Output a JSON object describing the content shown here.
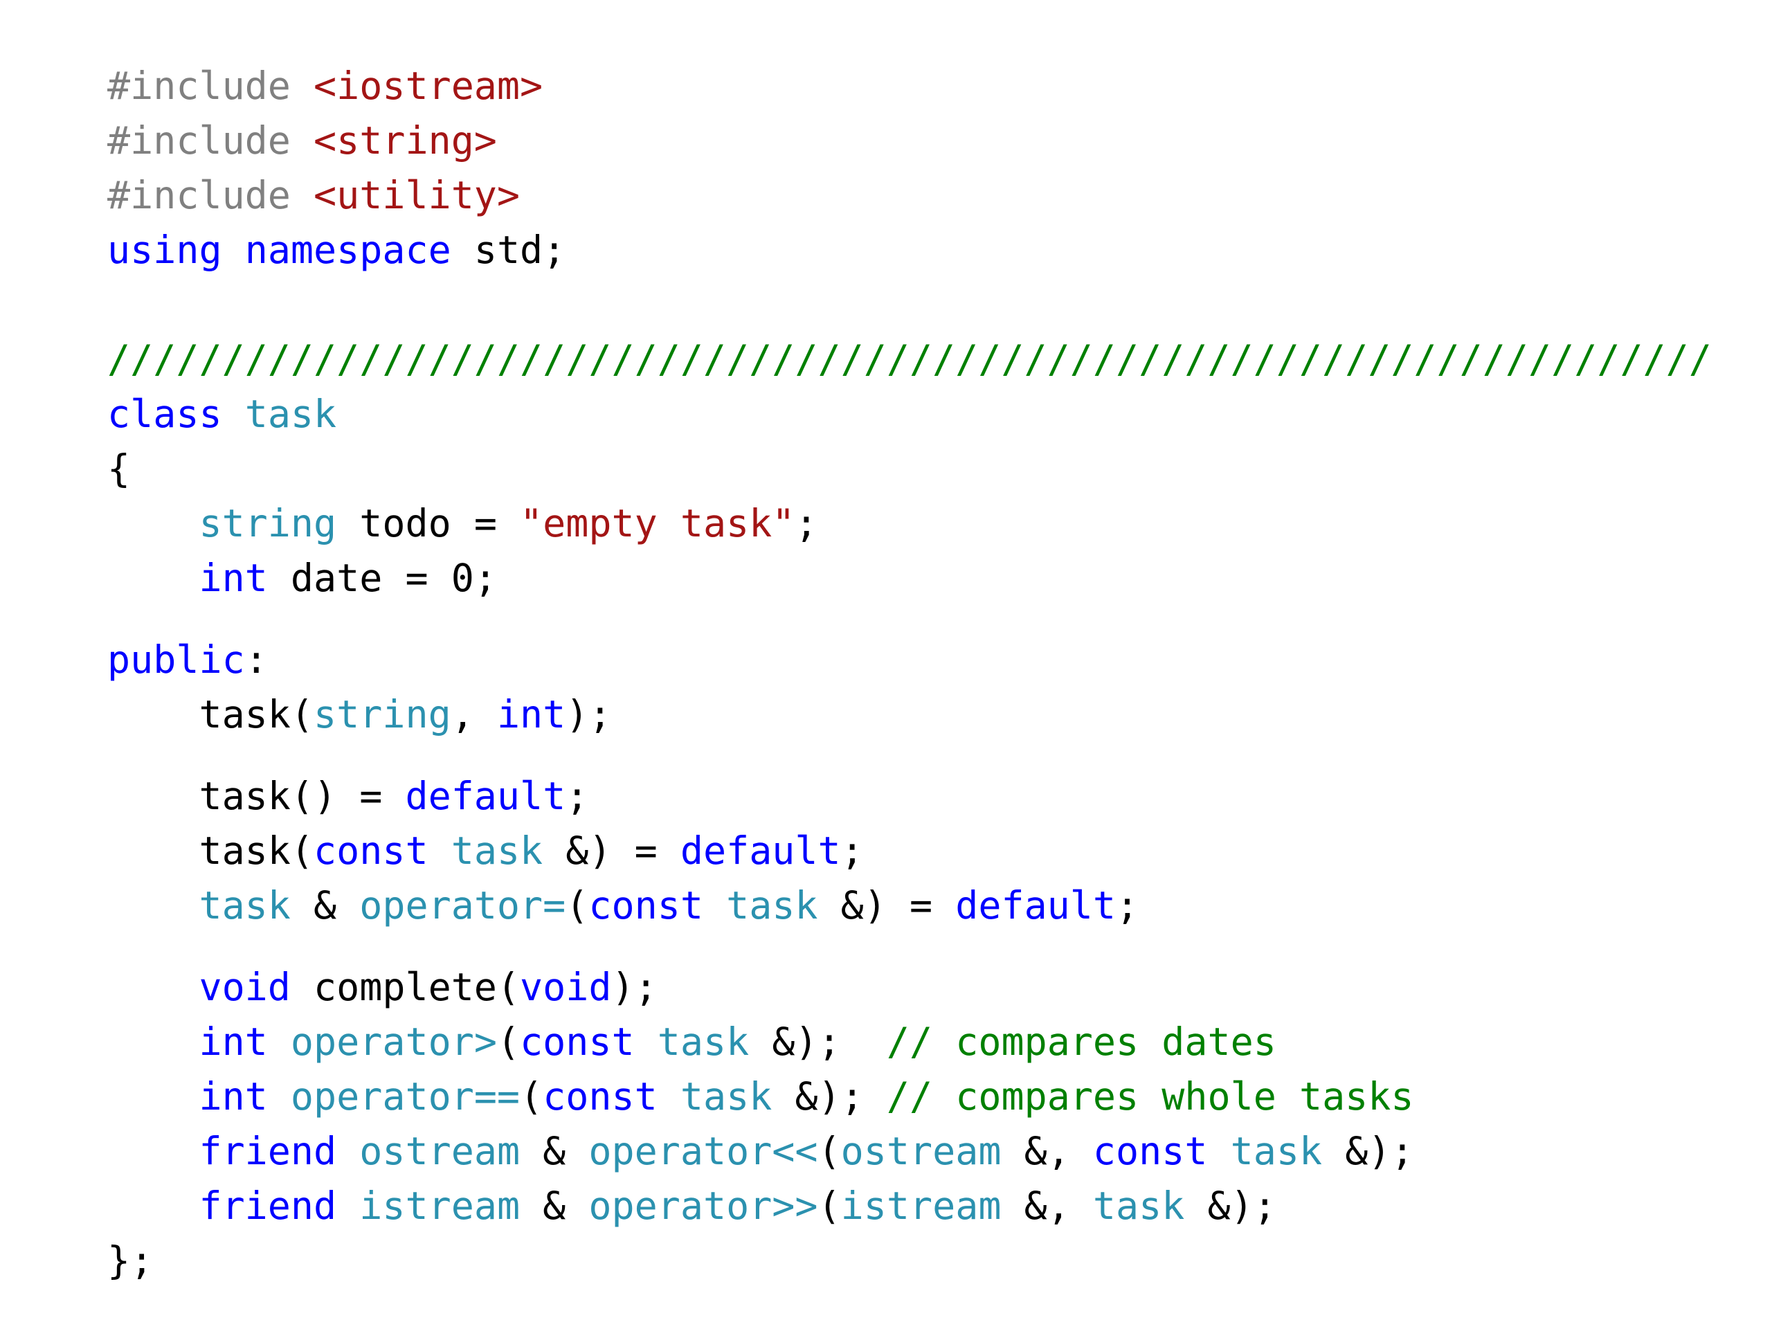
{
  "colors": {
    "keyword": "#0000ff",
    "type": "#2b91af",
    "string": "#a31515",
    "preprocessor": "#808080",
    "comment": "#008000",
    "plain": "#000000"
  },
  "code_lines": [
    {
      "kind": "line",
      "tokens": [
        [
          "#include ",
          "preprocessor"
        ],
        [
          "<iostream>",
          "string"
        ]
      ]
    },
    {
      "kind": "line",
      "tokens": [
        [
          "#include ",
          "preprocessor"
        ],
        [
          "<string>",
          "string"
        ]
      ]
    },
    {
      "kind": "line",
      "tokens": [
        [
          "#include ",
          "preprocessor"
        ],
        [
          "<utility>",
          "string"
        ]
      ]
    },
    {
      "kind": "line",
      "tokens": [
        [
          "using",
          "keyword"
        ],
        [
          " ",
          "plain"
        ],
        [
          "namespace",
          "keyword"
        ],
        [
          " std;",
          "plain"
        ]
      ]
    },
    {
      "kind": "blank"
    },
    {
      "kind": "line",
      "tokens": [
        [
          "//////////////////////////////////////////////////////////////////////",
          "comment"
        ]
      ]
    },
    {
      "kind": "line",
      "tokens": [
        [
          "class",
          "keyword"
        ],
        [
          " ",
          "plain"
        ],
        [
          "task",
          "type"
        ]
      ]
    },
    {
      "kind": "line",
      "tokens": [
        [
          "{",
          "plain"
        ]
      ]
    },
    {
      "kind": "line",
      "tokens": [
        [
          "    ",
          "plain"
        ],
        [
          "string",
          "type"
        ],
        [
          " todo = ",
          "plain"
        ],
        [
          "\"empty task\"",
          "string"
        ],
        [
          ";",
          "plain"
        ]
      ]
    },
    {
      "kind": "line",
      "tokens": [
        [
          "    ",
          "plain"
        ],
        [
          "int",
          "keyword"
        ],
        [
          " date = 0;",
          "plain"
        ]
      ]
    },
    {
      "kind": "gap"
    },
    {
      "kind": "line",
      "tokens": [
        [
          "public",
          "keyword"
        ],
        [
          ":",
          "plain"
        ]
      ]
    },
    {
      "kind": "line",
      "tokens": [
        [
          "    task(",
          "plain"
        ],
        [
          "string",
          "type"
        ],
        [
          ", ",
          "plain"
        ],
        [
          "int",
          "keyword"
        ],
        [
          ");",
          "plain"
        ]
      ]
    },
    {
      "kind": "gap"
    },
    {
      "kind": "line",
      "tokens": [
        [
          "    task() = ",
          "plain"
        ],
        [
          "default",
          "keyword"
        ],
        [
          ";",
          "plain"
        ]
      ]
    },
    {
      "kind": "line",
      "tokens": [
        [
          "    task(",
          "plain"
        ],
        [
          "const",
          "keyword"
        ],
        [
          " ",
          "plain"
        ],
        [
          "task",
          "type"
        ],
        [
          " &) = ",
          "plain"
        ],
        [
          "default",
          "keyword"
        ],
        [
          ";",
          "plain"
        ]
      ]
    },
    {
      "kind": "line",
      "tokens": [
        [
          "    ",
          "plain"
        ],
        [
          "task",
          "type"
        ],
        [
          " & ",
          "plain"
        ],
        [
          "operator=",
          "type"
        ],
        [
          "(",
          "plain"
        ],
        [
          "const",
          "keyword"
        ],
        [
          " ",
          "plain"
        ],
        [
          "task",
          "type"
        ],
        [
          " &) = ",
          "plain"
        ],
        [
          "default",
          "keyword"
        ],
        [
          ";",
          "plain"
        ]
      ]
    },
    {
      "kind": "gap"
    },
    {
      "kind": "line",
      "tokens": [
        [
          "    ",
          "plain"
        ],
        [
          "void",
          "keyword"
        ],
        [
          " complete(",
          "plain"
        ],
        [
          "void",
          "keyword"
        ],
        [
          ");",
          "plain"
        ]
      ]
    },
    {
      "kind": "line",
      "tokens": [
        [
          "    ",
          "plain"
        ],
        [
          "int",
          "keyword"
        ],
        [
          " ",
          "plain"
        ],
        [
          "operator>",
          "type"
        ],
        [
          "(",
          "plain"
        ],
        [
          "const",
          "keyword"
        ],
        [
          " ",
          "plain"
        ],
        [
          "task",
          "type"
        ],
        [
          " &);  ",
          "plain"
        ],
        [
          "// compares dates",
          "comment"
        ]
      ]
    },
    {
      "kind": "line",
      "tokens": [
        [
          "    ",
          "plain"
        ],
        [
          "int",
          "keyword"
        ],
        [
          " ",
          "plain"
        ],
        [
          "operator==",
          "type"
        ],
        [
          "(",
          "plain"
        ],
        [
          "const",
          "keyword"
        ],
        [
          " ",
          "plain"
        ],
        [
          "task",
          "type"
        ],
        [
          " &); ",
          "plain"
        ],
        [
          "// compares whole tasks",
          "comment"
        ]
      ]
    },
    {
      "kind": "line",
      "tokens": [
        [
          "    ",
          "plain"
        ],
        [
          "friend",
          "keyword"
        ],
        [
          " ",
          "plain"
        ],
        [
          "ostream",
          "type"
        ],
        [
          " & ",
          "plain"
        ],
        [
          "operator<<",
          "type"
        ],
        [
          "(",
          "plain"
        ],
        [
          "ostream",
          "type"
        ],
        [
          " &, ",
          "plain"
        ],
        [
          "const",
          "keyword"
        ],
        [
          " ",
          "plain"
        ],
        [
          "task",
          "type"
        ],
        [
          " &);",
          "plain"
        ]
      ]
    },
    {
      "kind": "line",
      "tokens": [
        [
          "    ",
          "plain"
        ],
        [
          "friend",
          "keyword"
        ],
        [
          " ",
          "plain"
        ],
        [
          "istream",
          "type"
        ],
        [
          " & ",
          "plain"
        ],
        [
          "operator>>",
          "type"
        ],
        [
          "(",
          "plain"
        ],
        [
          "istream",
          "type"
        ],
        [
          " &, ",
          "plain"
        ],
        [
          "task",
          "type"
        ],
        [
          " &);",
          "plain"
        ]
      ]
    },
    {
      "kind": "line",
      "tokens": [
        [
          "};",
          "plain"
        ]
      ]
    }
  ]
}
